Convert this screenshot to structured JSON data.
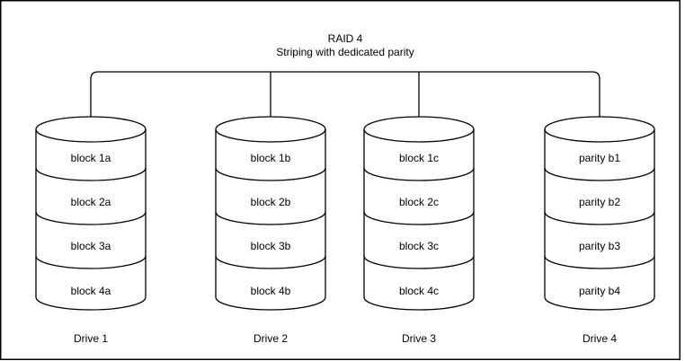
{
  "diagram": {
    "title": "RAID 4",
    "subtitle": "Striping with dedicated parity",
    "colors": {
      "stroke": "#000000",
      "background": "#ffffff",
      "text": "#000000"
    },
    "drives": [
      {
        "label": "Drive 1",
        "blocks": [
          "block 1a",
          "block 2a",
          "block 3a",
          "block 4a"
        ]
      },
      {
        "label": "Drive 2",
        "blocks": [
          "block 1b",
          "block 2b",
          "block 3b",
          "block 4b"
        ]
      },
      {
        "label": "Drive 3",
        "blocks": [
          "block 1c",
          "block 2c",
          "block 3c",
          "block 4c"
        ]
      },
      {
        "label": "Drive 4",
        "blocks": [
          "parity b1",
          "parity b2",
          "parity b3",
          "parity b4"
        ]
      }
    ]
  }
}
